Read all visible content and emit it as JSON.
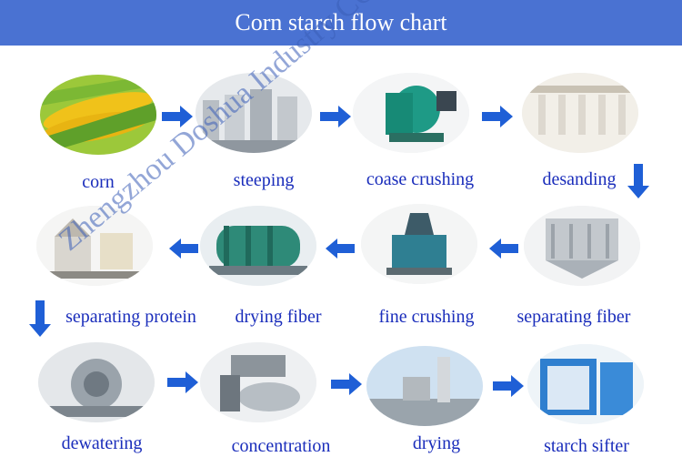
{
  "title": "Corn starch flow chart",
  "watermark": "Zhengzhou Doshua Industry CO.,ltd",
  "colors": {
    "header_bg": "#4a72d2",
    "header_text": "#ffffff",
    "label_text": "#1a2dbb",
    "arrow": "#1f5fd6"
  },
  "steps": [
    {
      "label": "corn",
      "icon": "corn-cob-image"
    },
    {
      "label": "steeping",
      "icon": "steeping-tanks-image"
    },
    {
      "label": "coase crushing",
      "icon": "coarse-crusher-image"
    },
    {
      "label": "desanding",
      "icon": "desanding-cyclones-image"
    },
    {
      "label": "separating fiber",
      "icon": "fiber-separator-image"
    },
    {
      "label": "fine crushing",
      "icon": "fine-crusher-image"
    },
    {
      "label": "drying fiber",
      "icon": "rotary-dryer-image"
    },
    {
      "label": "separating protein",
      "icon": "protein-separator-image"
    },
    {
      "label": "dewatering",
      "icon": "dewatering-centrifuge-image"
    },
    {
      "label": "concentration",
      "icon": "concentration-machine-image"
    },
    {
      "label": "drying",
      "icon": "flash-dryer-image"
    },
    {
      "label": "starch sifter",
      "icon": "starch-sifter-image"
    }
  ]
}
